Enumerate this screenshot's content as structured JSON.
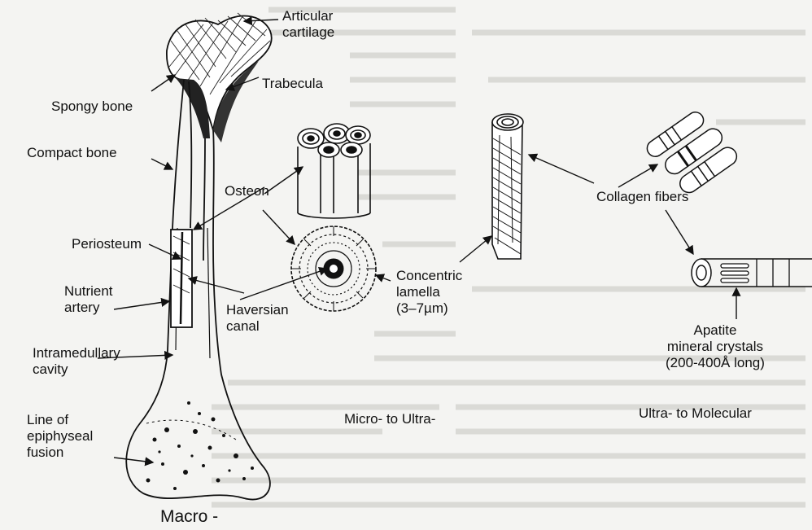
{
  "labels": {
    "articular_cartilage": [
      "Articular",
      "cartilage"
    ],
    "trabecula": "Trabecula",
    "spongy_bone": "Spongy bone",
    "compact_bone": "Compact bone",
    "osteon": "Osteon",
    "periosteum": "Periosteum",
    "nutrient_artery": [
      "Nutrient",
      "artery"
    ],
    "haversian_canal": [
      "Haversian",
      "canal"
    ],
    "intramedullary_cavity": [
      "Intramedullary",
      "cavity"
    ],
    "line_of_epiphyseal_fusion": [
      "Line of",
      "epiphyseal",
      "fusion"
    ],
    "concentric_lamella": [
      "Concentric",
      "lamella",
      "(3–7µm)"
    ],
    "collagen_fibers": "Collagen fibers",
    "apatite_mineral_crystals": [
      "Apatite",
      "mineral crystals",
      "(200-400Å long)"
    ]
  },
  "scales": {
    "micro_to_ultra": "Micro- to Ultra-",
    "ultra_to_molecular": "Ultra- to Molecular",
    "macro": "Macro -"
  },
  "colors": {
    "ink": "#111111",
    "paper": "#f4f4f2",
    "background_text": "#b9b9b4"
  }
}
